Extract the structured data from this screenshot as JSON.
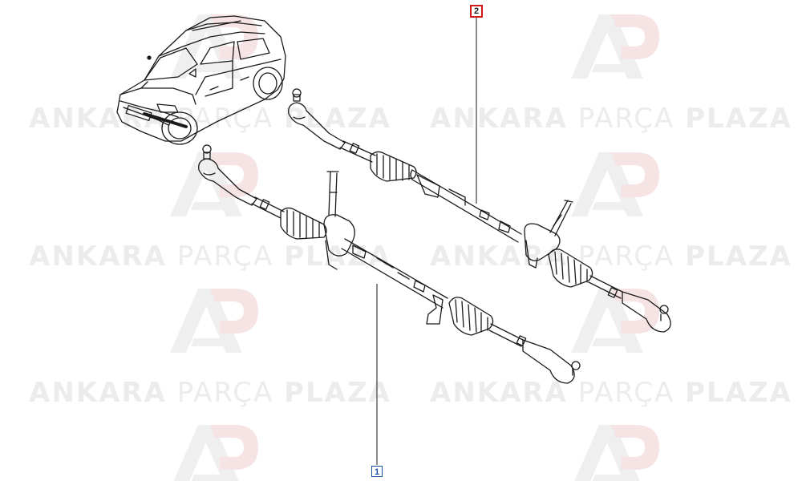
{
  "watermark": {
    "brand_bold_1": "ANKARA",
    "brand_light": "PARÇA",
    "brand_bold_2": "PLAZA",
    "logo_name": "ap-logo-icon"
  },
  "callouts": {
    "item_1": "1",
    "item_2": "2"
  },
  "parts": {
    "part_1": "steering-rack-assembly",
    "part_2": "steering-rack-assembly"
  },
  "colors": {
    "line": "#1a1a1a",
    "watermark": "#ececec",
    "watermark_logo_accent": "#f6e3e3",
    "callout_1_border": "#1d4fa0",
    "callout_2_border": "#d01818"
  }
}
